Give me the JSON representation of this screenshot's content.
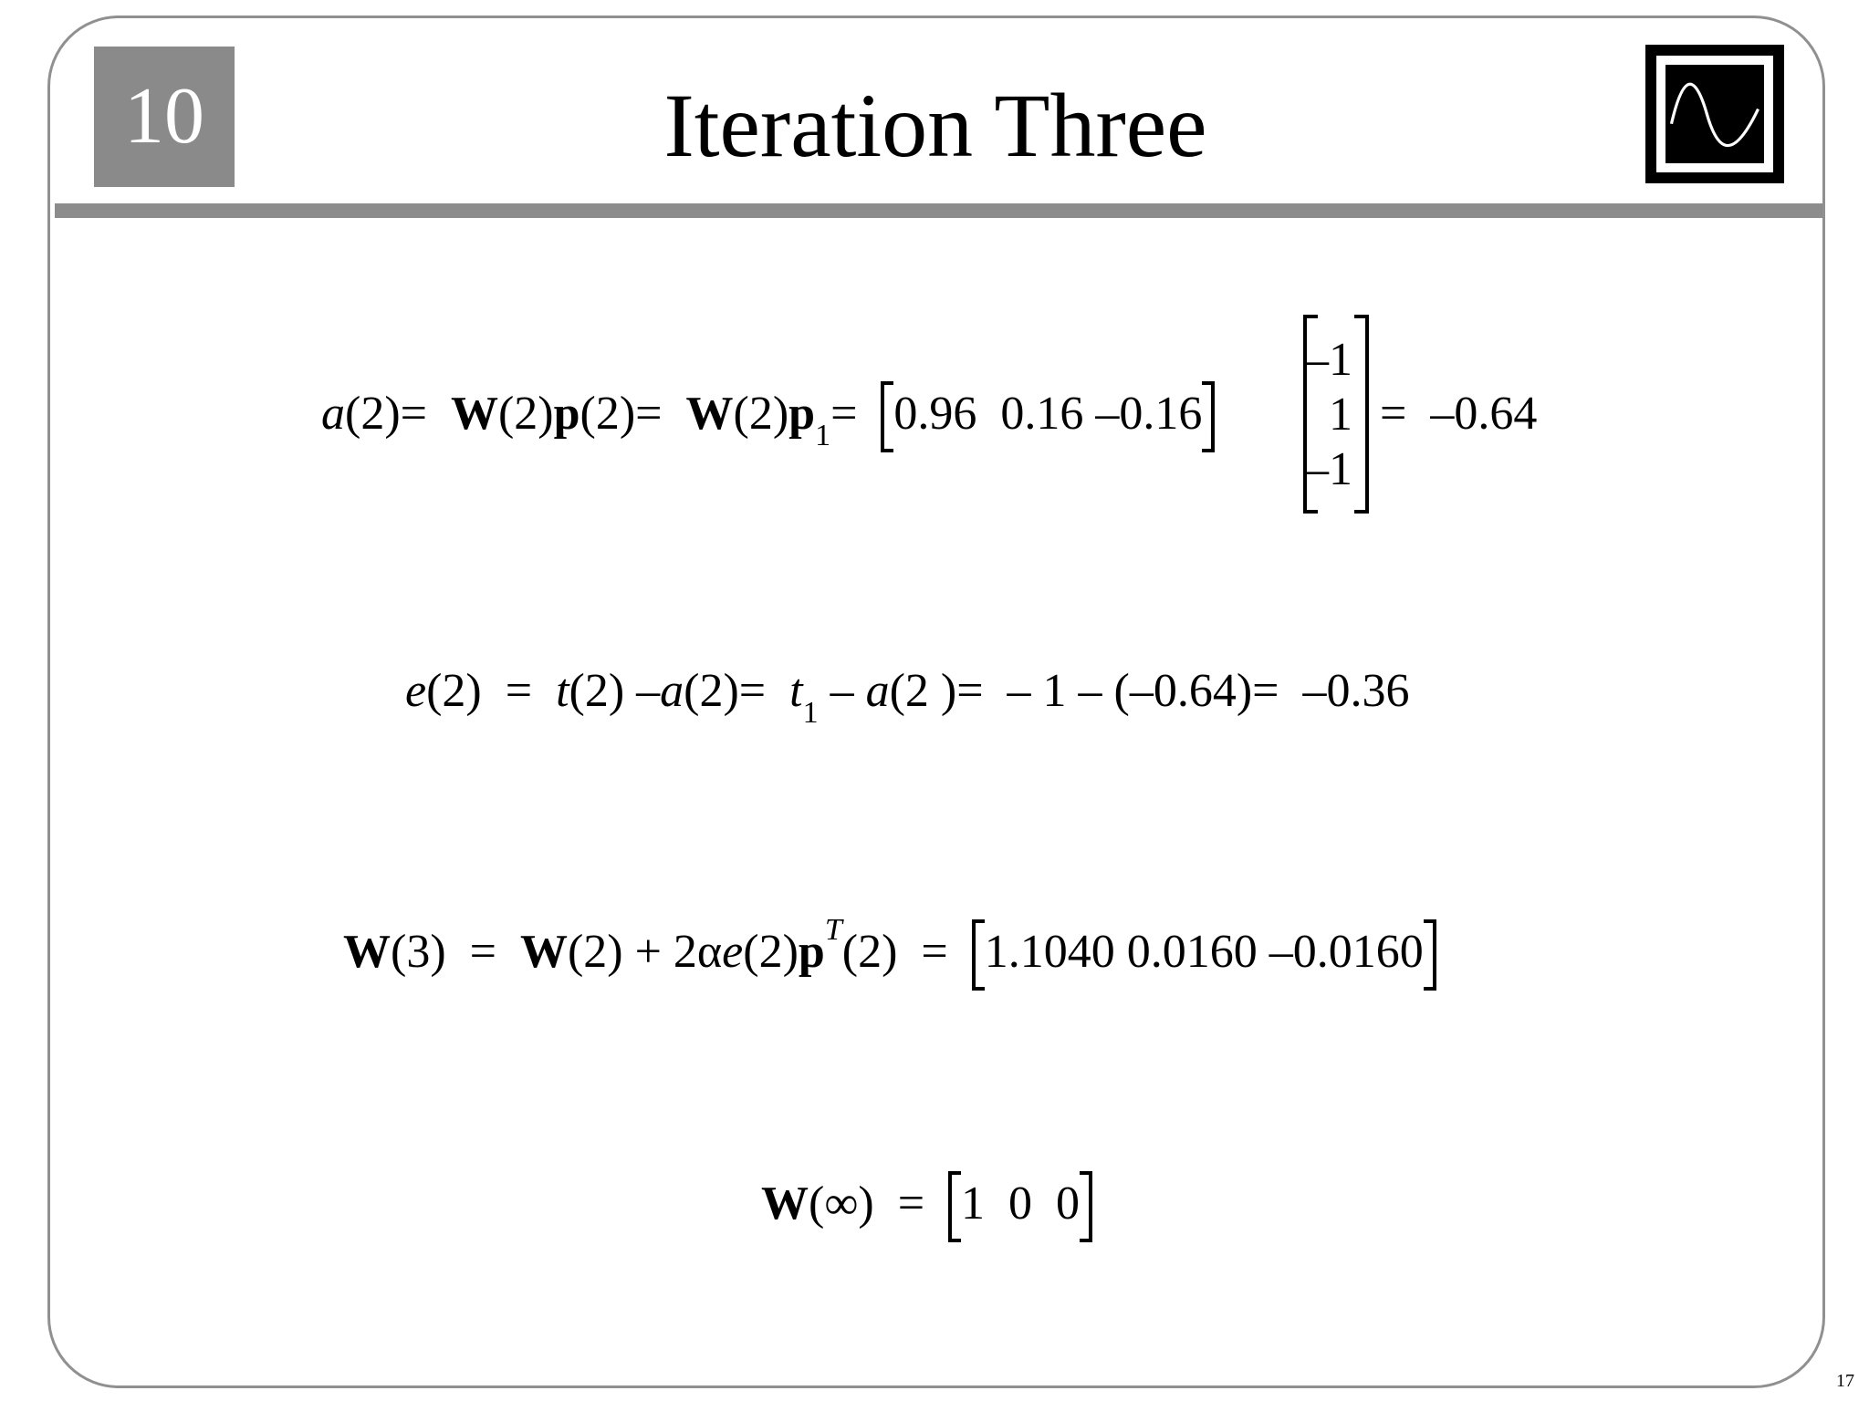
{
  "header": {
    "chapter": "10",
    "title": "Iteration Three",
    "logo_icon": "sine-wave-icon"
  },
  "equations": {
    "eq1": {
      "a2": "a",
      "arg2": "(2)=",
      "W": "W",
      "arg_W": "(2)",
      "p": "p",
      "arg_p": "(2)=",
      "W2": "W",
      "arg_W2": "(2)",
      "p1": "p",
      "p1_sub": "1",
      "eq": "=",
      "row": "0.96  0.16 –0.16",
      "col": [
        "–1",
        "1",
        "–1"
      ],
      "result": "=  –0.64"
    },
    "eq2": {
      "e": "e",
      "arg_e": "(2)  =",
      "t": "t",
      "arg_t": "(2) –",
      "a": "a",
      "arg_a": "(2)=",
      "t1": "t",
      "t1_sub": "1",
      "minus": " – ",
      "a2": "a",
      "rest": "(2 )=  – 1 – (–0.64)=  –0.36"
    },
    "eq3": {
      "W": "W",
      "arg3": "(3)  =",
      "W2": "W",
      "plus": "(2) + 2α",
      "e": "e",
      "arg_e": "(2)",
      "p": "p",
      "T": "T",
      "argT": "(2)  =",
      "row": "1.1040 0.0160 –0.0160"
    },
    "eq4": {
      "W": "W",
      "arg": "(∞)  =",
      "row": "1  0  0"
    }
  },
  "page_number": "17"
}
